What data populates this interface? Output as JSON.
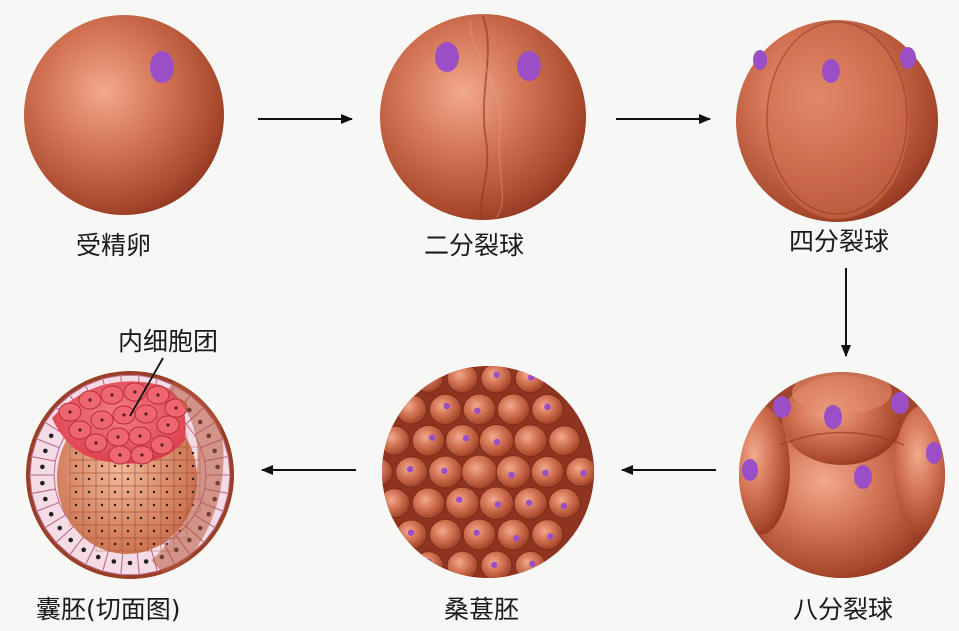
{
  "stages": [
    {
      "id": "zygote",
      "label": "受精卵"
    },
    {
      "id": "two-cell",
      "label": "二分裂球"
    },
    {
      "id": "four-cell",
      "label": "四分裂球"
    },
    {
      "id": "eight-cell",
      "label": "八分裂球"
    },
    {
      "id": "morula",
      "label": "桑葚胚"
    },
    {
      "id": "blastocyst",
      "label": "囊胚(切面图)"
    }
  ],
  "annotations": {
    "inner_cell_mass": "内细胞团"
  },
  "colors": {
    "cell_light": "#e8957a",
    "cell_mid": "#c9603f",
    "cell_dark": "#8e3420",
    "nucleus": "#9b4fc7",
    "icm": "#e8505a",
    "trophoblast": "#f4dbe6",
    "arrow": "#111111"
  }
}
